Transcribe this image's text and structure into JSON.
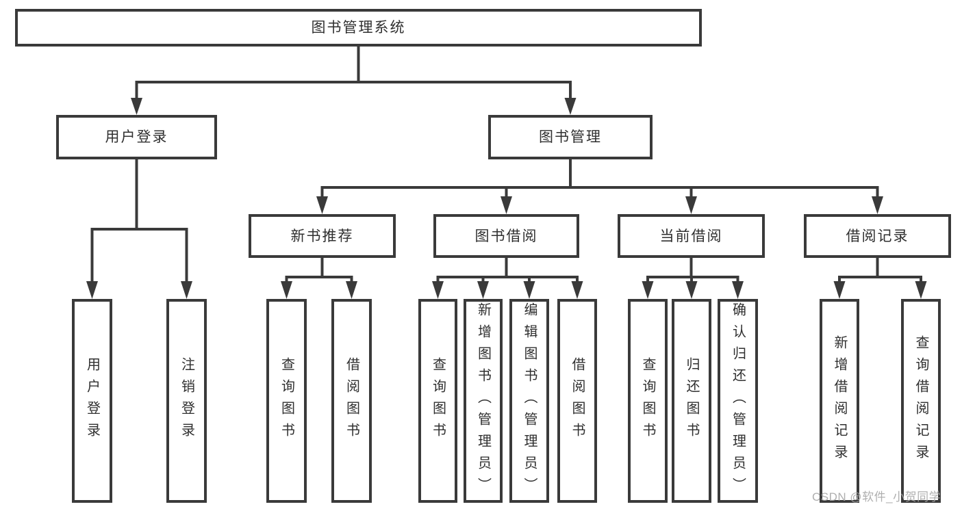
{
  "diagram_title": "图书管理系统",
  "tree": {
    "label": "图书管理系统",
    "children": [
      {
        "label": "用户登录",
        "children": [
          {
            "label": "用户登录"
          },
          {
            "label": "注销登录"
          }
        ]
      },
      {
        "label": "图书管理",
        "children": [
          {
            "label": "新书推荐",
            "children": [
              {
                "label": "查询图书"
              },
              {
                "label": "借阅图书"
              }
            ]
          },
          {
            "label": "图书借阅",
            "children": [
              {
                "label": "查询图书"
              },
              {
                "label": "新增图书（管理员）"
              },
              {
                "label": "编辑图书（管理员）"
              },
              {
                "label": "借阅图书"
              }
            ]
          },
          {
            "label": "当前借阅",
            "children": [
              {
                "label": "查询图书"
              },
              {
                "label": "归还图书"
              },
              {
                "label": "确认归还（管理员）"
              }
            ]
          },
          {
            "label": "借阅记录",
            "children": [
              {
                "label": "新增借阅记录"
              },
              {
                "label": "查询借阅记录"
              }
            ]
          }
        ]
      }
    ]
  },
  "watermark": "CSDN @软件_小贺同学",
  "colors": {
    "line": "#3a3a3a",
    "box_border": "#3a3a3a",
    "text": "#2f2f2f",
    "watermark": "#a8a8a8",
    "background": "#ffffff"
  }
}
